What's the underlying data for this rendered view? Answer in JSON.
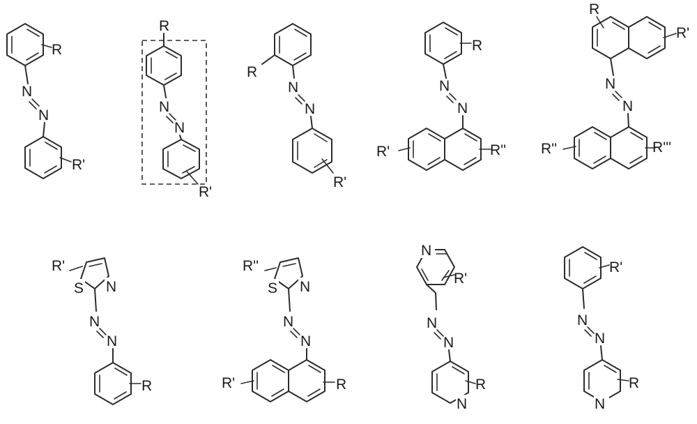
{
  "structures": [
    {
      "id": "s1",
      "labels": [
        "R",
        "N",
        "N",
        "R'"
      ]
    },
    {
      "id": "s2",
      "labels": [
        "R",
        "N",
        "N",
        "R'"
      ],
      "highlighted": true
    },
    {
      "id": "s3",
      "labels": [
        "R",
        "N",
        "N",
        "R'"
      ]
    },
    {
      "id": "s4",
      "labels": [
        "R",
        "N",
        "N",
        "R'",
        "R''"
      ]
    },
    {
      "id": "s5",
      "labels": [
        "R",
        "R'",
        "N",
        "N",
        "R''",
        "R'''"
      ]
    },
    {
      "id": "s6",
      "labels": [
        "R'",
        "S",
        "N",
        "N",
        "N",
        "R"
      ]
    },
    {
      "id": "s7",
      "labels": [
        "R''",
        "S",
        "N",
        "N",
        "N",
        "R'",
        "R"
      ]
    },
    {
      "id": "s8",
      "labels": [
        "N",
        "R'",
        "N",
        "N",
        "R",
        "N"
      ]
    },
    {
      "id": "s9",
      "labels": [
        "R'",
        "N",
        "N",
        "R",
        "N"
      ]
    }
  ],
  "colors": {
    "ink": "#2b2b2b",
    "background": "#ffffff"
  }
}
